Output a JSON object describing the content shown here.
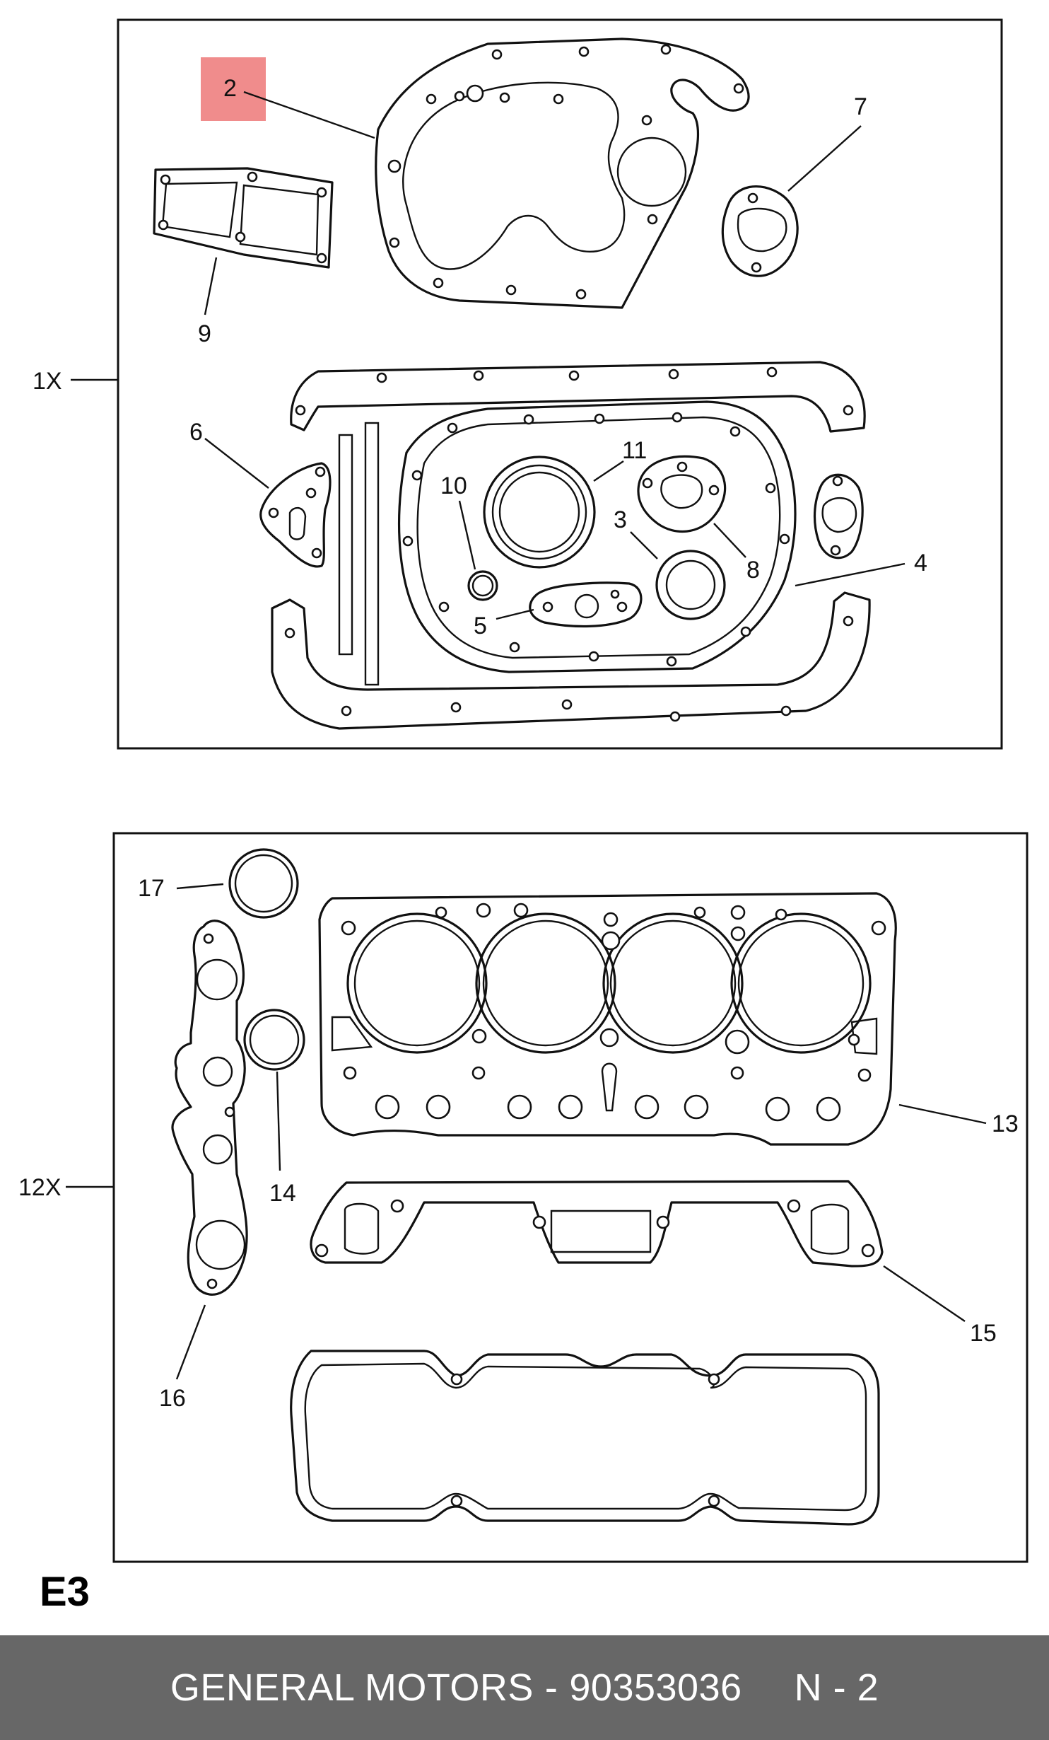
{
  "colors": {
    "line": "#111111",
    "highlight": "#f08c8c",
    "footer_bg": "#676767",
    "footer_text": "#ffffff",
    "background": "#ffffff"
  },
  "callouts": {
    "p1": "1X",
    "p2": "2",
    "p3": "3",
    "p4": "4",
    "p5": "5",
    "p6": "6",
    "p7": "7",
    "p8": "8",
    "p9": "9",
    "p10": "10",
    "p11": "11",
    "p12": "12X",
    "p13": "13",
    "p14": "14",
    "p15": "15",
    "p16": "16",
    "p17": "17"
  },
  "highlighted_callout": "2",
  "page_code": "E3",
  "footer": {
    "brand": "GENERAL MOTORS",
    "separator": "-",
    "part_number": "90353036",
    "page_label": "N - 2"
  }
}
